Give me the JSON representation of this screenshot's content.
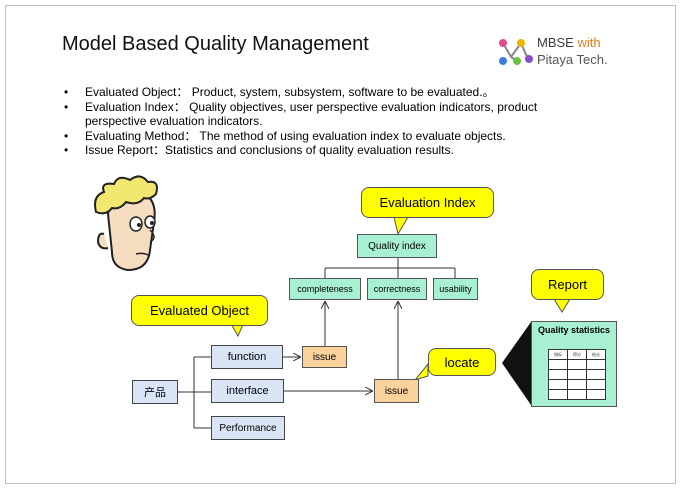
{
  "title": "Model Based Quality Management",
  "logo": {
    "line1": "MBSE",
    "line1_with": "with",
    "line2": "Pitaya Tech."
  },
  "bullets": [
    "Evaluated Object： Product, system, subsystem, software to be evaluated.。",
    "Evaluation Index： Quality objectives, user perspective evaluation indicators, product perspective evaluation indicators.",
    "Evaluating Method： The method of using evaluation index to evaluate objects.",
    "Issue Report：Statistics and conclusions of quality evaluation results."
  ],
  "callouts": {
    "evaluation_index": "Evaluation  Index",
    "evaluated_object": "Evaluated  Object",
    "report": "Report",
    "locate": "locate"
  },
  "nodes": {
    "quality_index": "Quality index",
    "completeness": "completeness",
    "correctness": "correctness",
    "usability": "usability",
    "product": "产品",
    "function": "function",
    "interface": "interface",
    "performance": "Performance",
    "issue_top": "issue",
    "issue_mid": "issue"
  },
  "report": {
    "title": "Quality statistics",
    "table_header": [
      "指标",
      "得分",
      "结论"
    ]
  },
  "colors": {
    "green": "#a8f0d2",
    "blue": "#d9e4f5",
    "orange": "#fbd29c",
    "callout": "#ffff00"
  }
}
